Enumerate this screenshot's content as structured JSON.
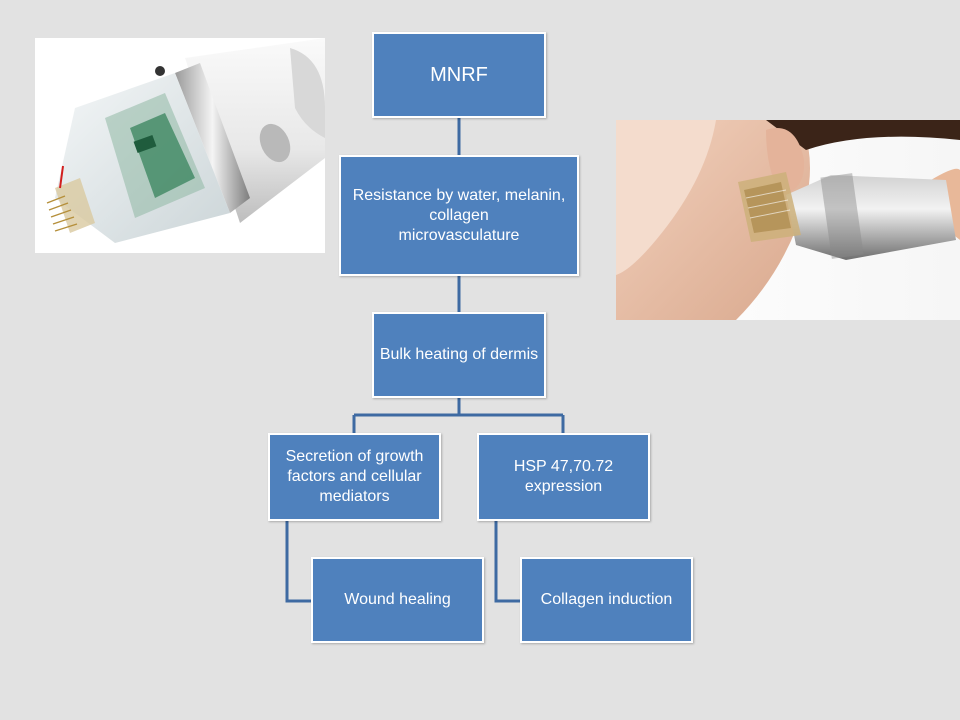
{
  "colors": {
    "background": "#e2e2e2",
    "box_fill": "#4f81bd",
    "box_border": "#ffffff",
    "connector": "#3e6aa2",
    "text": "#ffffff"
  },
  "diagram": {
    "nodes": {
      "root": "MNRF",
      "resistance": "Resistance by water, melanin,\ncollagen\nmicrovasculature",
      "bulk_heating": "Bulk heating of dermis",
      "secretion": "Secretion of growth\nfactors and cellular\nmediators",
      "hsp": "HSP 47,70.72\nexpression",
      "wound_healing": "Wound healing",
      "collagen_induction": "Collagen induction"
    }
  },
  "images": {
    "left": "microneedle-handpiece-tip-closeup",
    "right": "rf-microneedle-device-on-face"
  }
}
